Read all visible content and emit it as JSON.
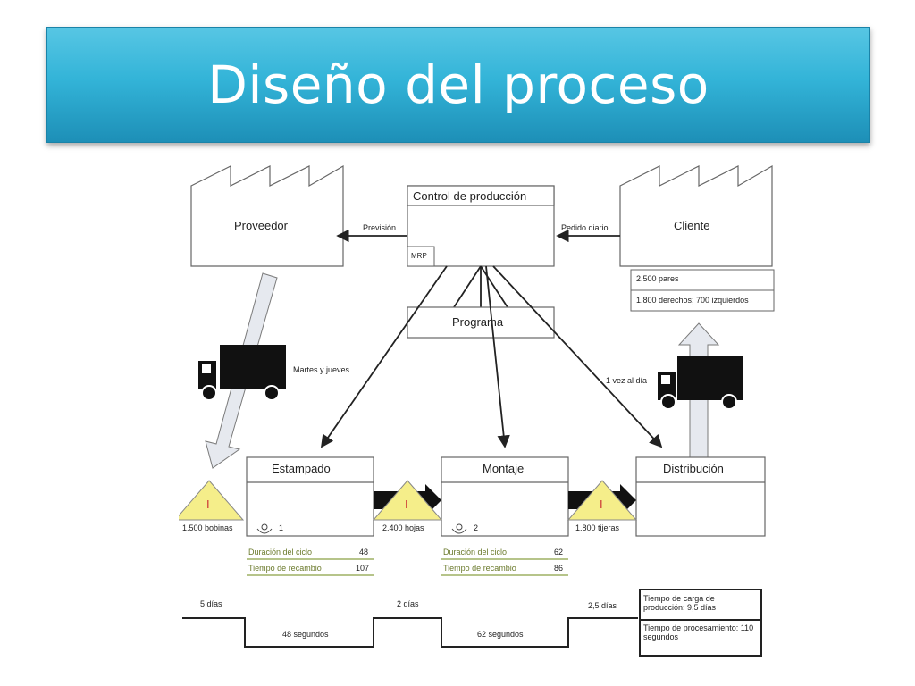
{
  "title": "Diseño del proceso",
  "diagram": {
    "supplier": "Proveedor",
    "production_control": "Control de producción",
    "mrp": "MRP",
    "customer": "Cliente",
    "forecast_label": "Previsión",
    "daily_order_label": "Pedido diario",
    "schedule": "Programa",
    "customer_data": [
      "2.500 pares",
      "1.800 derechos; 700 izquierdos"
    ],
    "inbound_shipping": "Martes y jueves",
    "outbound_shipping": "1 vez al día",
    "inventory_symbol": "I",
    "inventories": [
      "1.500 bobinas",
      "2.400 hojas",
      "1.800 tijeras"
    ],
    "processes": [
      {
        "name": "Estampado",
        "operators": "1",
        "cycle_label": "Duración del ciclo",
        "cycle_value": "48",
        "changeover_label": "Tiempo de recambio",
        "changeover_value": "107"
      },
      {
        "name": "Montaje",
        "operators": "2",
        "cycle_label": "Duración del ciclo",
        "cycle_value": "62",
        "changeover_label": "Tiempo de recambio",
        "changeover_value": "86"
      },
      {
        "name": "Distribución"
      }
    ],
    "timeline": {
      "days": [
        "5 días",
        "2 días",
        "2,5 días"
      ],
      "seconds": [
        "48 segundos",
        "62 segundos"
      ],
      "lead_time": "Tiempo de carga de producción: 9,5 días",
      "processing_time": "Tiempo de procesamiento: 110 segundos"
    }
  }
}
